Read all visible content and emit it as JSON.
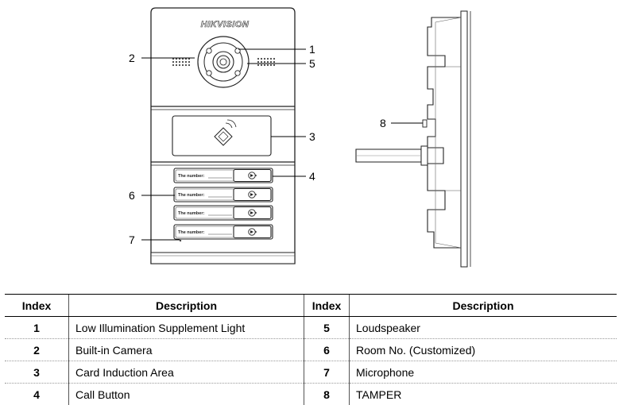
{
  "diagram": {
    "brand": "HIKVISION",
    "plate_label": "The number:",
    "callouts": [
      "1",
      "2",
      "3",
      "4",
      "5",
      "6",
      "7",
      "8"
    ]
  },
  "table": {
    "headers": [
      "Index",
      "Description",
      "Index",
      "Description"
    ],
    "rows": [
      {
        "i1": "1",
        "d1": "Low Illumination Supplement Light",
        "i2": "5",
        "d2": "Loudspeaker"
      },
      {
        "i1": "2",
        "d1": "Built-in Camera",
        "i2": "6",
        "d2": "Room No. (Customized)"
      },
      {
        "i1": "3",
        "d1": "Card Induction Area",
        "i2": "7",
        "d2": "Microphone"
      },
      {
        "i1": "4",
        "d1": "Call Button",
        "i2": "8",
        "d2": "TAMPER"
      }
    ]
  }
}
